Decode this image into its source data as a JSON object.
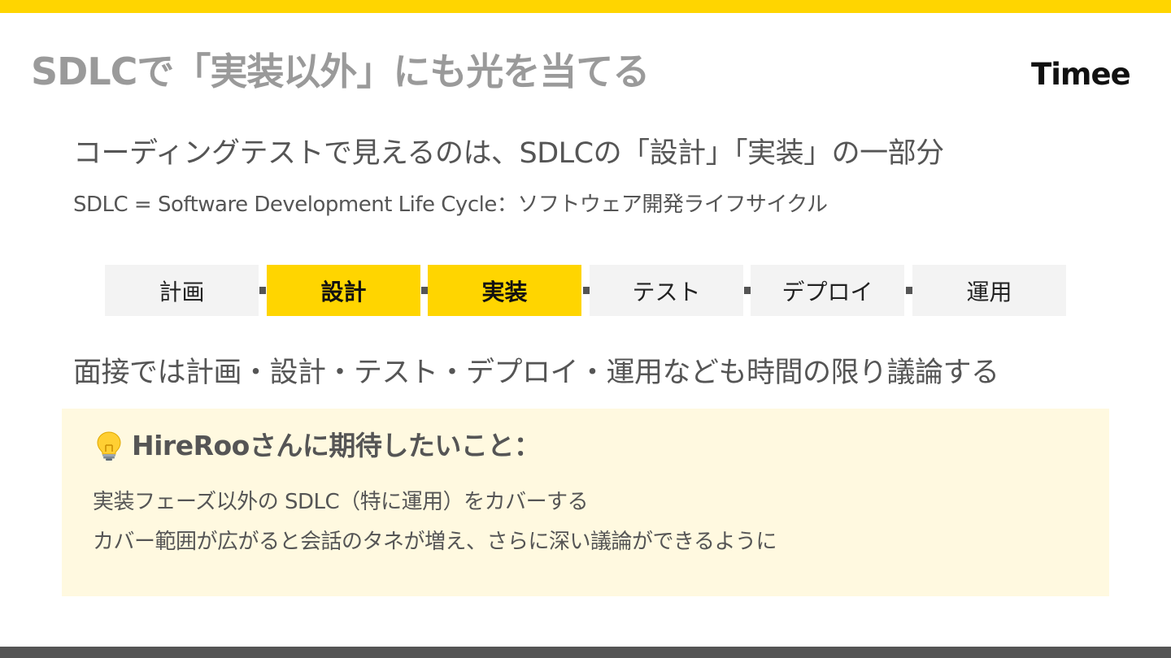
{
  "colors": {
    "accent": "#FFD500",
    "callout_bg": "#FFF9E0",
    "phase_bg": "#F3F3F3",
    "title_gray": "#9A9A9A",
    "body_text": "#555555",
    "bottom_bar": "#555555"
  },
  "slide": {
    "title": "SDLCで「実装以外」にも光を当てる",
    "logo": "Timee"
  },
  "lead": {
    "text": "コーディングテストで見えるのは、SDLCの「設計」「実装」の一部分",
    "note": "SDLC = Software Development Life Cycle：ソフトウェア開発ライフサイクル"
  },
  "phases": [
    {
      "label": "計画",
      "highlighted": false
    },
    {
      "label": "設計",
      "highlighted": true
    },
    {
      "label": "実装",
      "highlighted": true
    },
    {
      "label": "テスト",
      "highlighted": false
    },
    {
      "label": "デプロイ",
      "highlighted": false
    },
    {
      "label": "運用",
      "highlighted": false
    }
  ],
  "statement": "面接では計画・設計・テスト・デプロイ・運用なども時間の限り議論する",
  "callout": {
    "icon": "lightbulb-icon",
    "title": "HireRooさんに期待したいこと：",
    "lines": [
      "実装フェーズ以外の SDLC（特に運用）をカバーする",
      "カバー範囲が広がると会話のタネが増え、さらに深い議論ができるように"
    ]
  }
}
